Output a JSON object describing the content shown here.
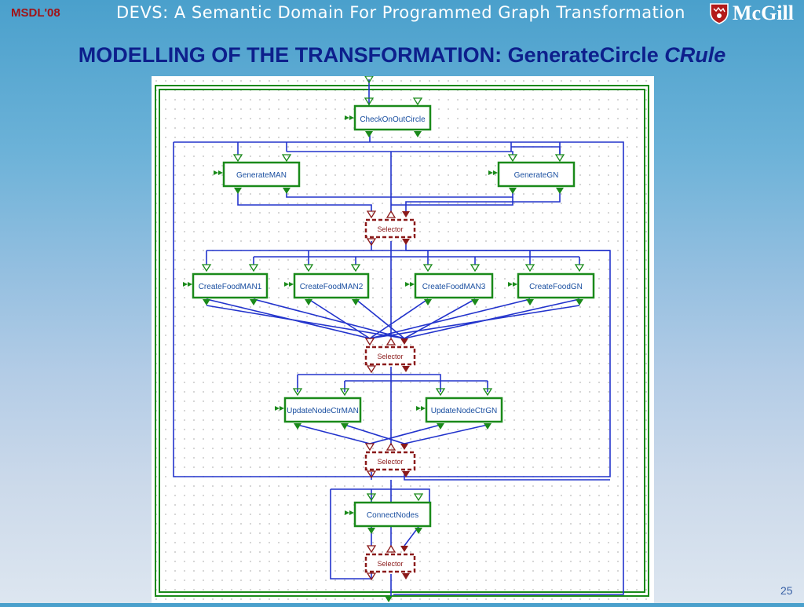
{
  "header": {
    "conference": "MSDL'08",
    "title": "DEVS: A Semantic Domain For Programmed Graph Transformation",
    "logo_text": "McGill"
  },
  "slide": {
    "title_main": "MODELLING OF THE TRANSFORMATION: GenerateCircle ",
    "title_em": "CRule",
    "page_number": "25"
  },
  "diagram": {
    "blocks": {
      "check": "CheckOnOutCircle",
      "gen_man": "GenerateMAN",
      "gen_gn": "GenerateGN",
      "cf_man1": "CreateFoodMAN1",
      "cf_man2": "CreateFoodMAN2",
      "cf_man3": "CreateFoodMAN3",
      "cf_gn": "CreateFoodGN",
      "un_man": "UpdateNodeCtrMAN",
      "un_gn": "UpdateNodeCtrGN",
      "connect": "ConnectNodes"
    },
    "selectors": {
      "s1": "Selector",
      "s2": "Selector",
      "s3": "Selector",
      "s4": "Selector"
    },
    "colors": {
      "rule": "#1a8a1a",
      "selector": "#8b1a1a",
      "wire": "#2233cc"
    }
  }
}
